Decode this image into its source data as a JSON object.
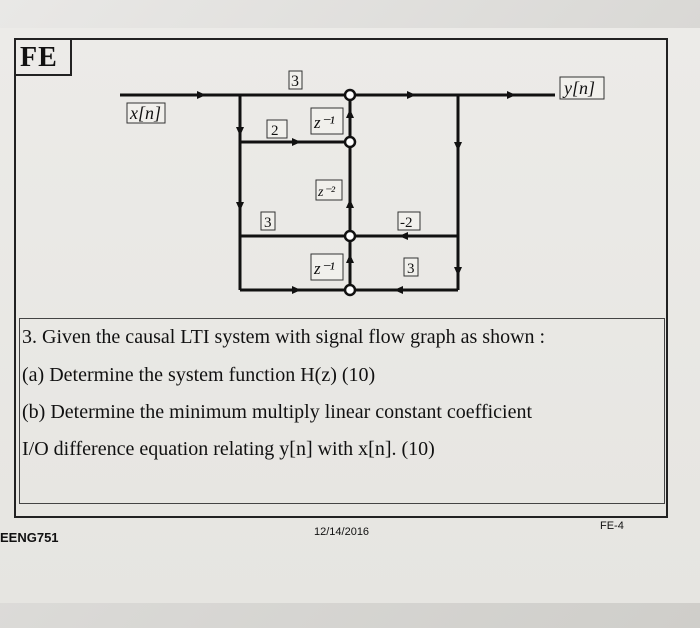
{
  "header": {
    "title": "FE"
  },
  "diagram": {
    "input_label": "x[n]",
    "output_label": "y[n]",
    "gains": {
      "top_gain": "3",
      "left_gain_2": "2",
      "left_gain_3": "3",
      "right_gain_neg2": "-2",
      "bottom_gain_3": "3",
      "delay_top": "z⁻¹",
      "delay_mid": "z⁻²",
      "delay_bottom": "z⁻¹"
    }
  },
  "question": {
    "line1": "3. Given the causal LTI system with signal flow graph as shown :",
    "line2": "(a) Determine the system function H(z) (10)",
    "line3": "(b) Determine the minimum multiply linear constant coefficient",
    "line4": "I/O difference equation relating y[n] with x[n]. (10)"
  },
  "footer": {
    "course": "EENG751",
    "date": "12/14/2016",
    "page": "FE-4"
  }
}
